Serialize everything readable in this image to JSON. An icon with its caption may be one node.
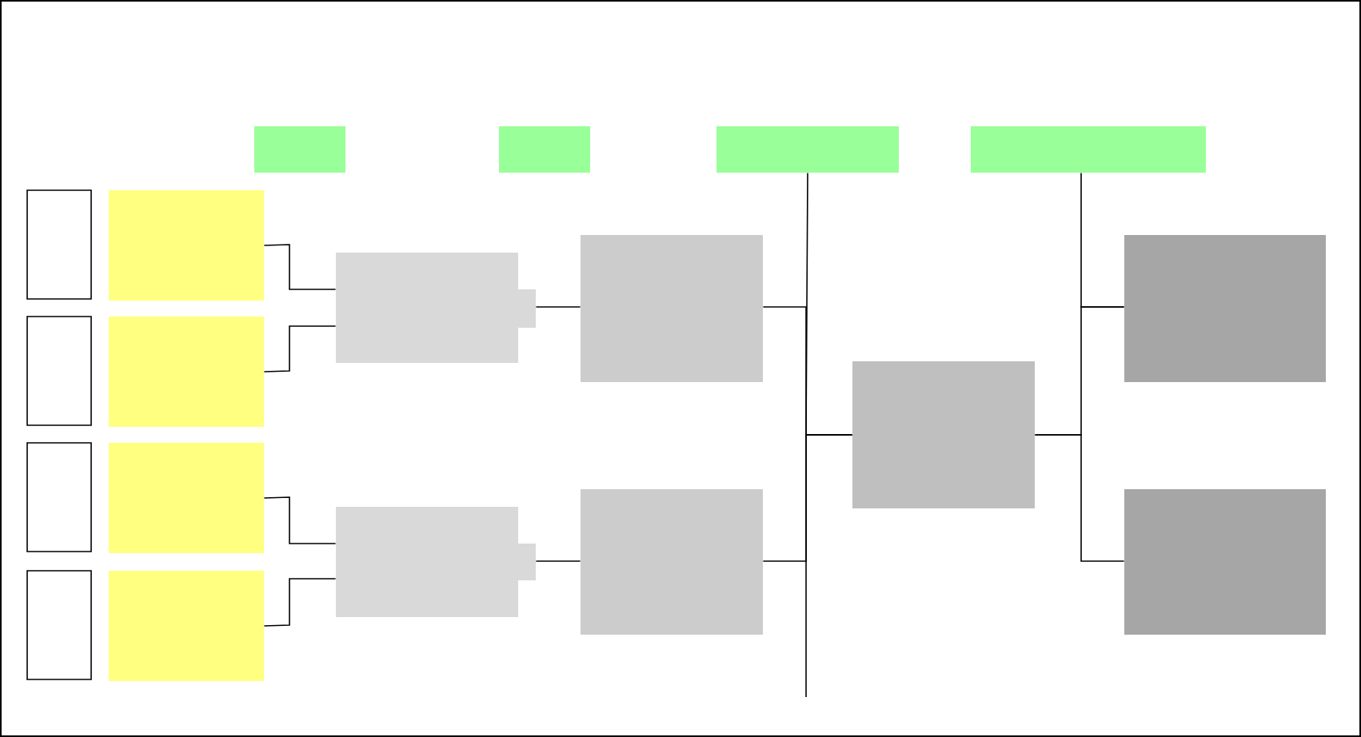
{
  "diagram": {
    "nodes": [
      {
        "text": [],
        "shape": "box"
      },
      {
        "text": [],
        "shape": "box"
      },
      {
        "text": [],
        "shape": "box"
      },
      {
        "text": [],
        "shape": "box"
      },
      {
        "text": [],
        "shape": "box"
      },
      {
        "text": [],
        "shape": "box"
      },
      {
        "text": [],
        "shape": "box"
      },
      {
        "text": [],
        "shape": "box"
      },
      {
        "text": [],
        "shape": "box"
      },
      {
        "text": [],
        "shape": "box"
      },
      {
        "text": [],
        "shape": "box"
      },
      {
        "text": [],
        "shape": "box"
      },
      {
        "text": [],
        "shape": "box"
      },
      {
        "text": [],
        "shape": "box"
      },
      {
        "text": [],
        "shape": "box"
      },
      {
        "text": [],
        "shape": "box"
      },
      {
        "text": [],
        "shape": "box"
      },
      {
        "text": [],
        "shape": "box"
      },
      {
        "text": [],
        "shape": "box"
      }
    ],
    "edges": [
      {
        "from": 8,
        "to": 12,
        "arrow": "none"
      },
      {
        "from": 9,
        "to": 12,
        "arrow": "none"
      },
      {
        "from": 10,
        "to": 13,
        "arrow": "none"
      },
      {
        "from": 11,
        "to": 13,
        "arrow": "none"
      },
      {
        "from": 12,
        "to": 14,
        "arrow": "none"
      },
      {
        "from": 13,
        "to": 15,
        "arrow": "none"
      },
      {
        "from": 14,
        "to": 16,
        "arrow": "none"
      },
      {
        "from": 15,
        "to": 16,
        "arrow": "none"
      },
      {
        "from": 2,
        "to": 16,
        "arrow": "none"
      },
      {
        "from": 16,
        "to": 17,
        "arrow": "none"
      },
      {
        "from": 16,
        "to": 18,
        "arrow": "none"
      },
      {
        "from": 3,
        "to": 17,
        "arrow": "none"
      }
    ]
  }
}
